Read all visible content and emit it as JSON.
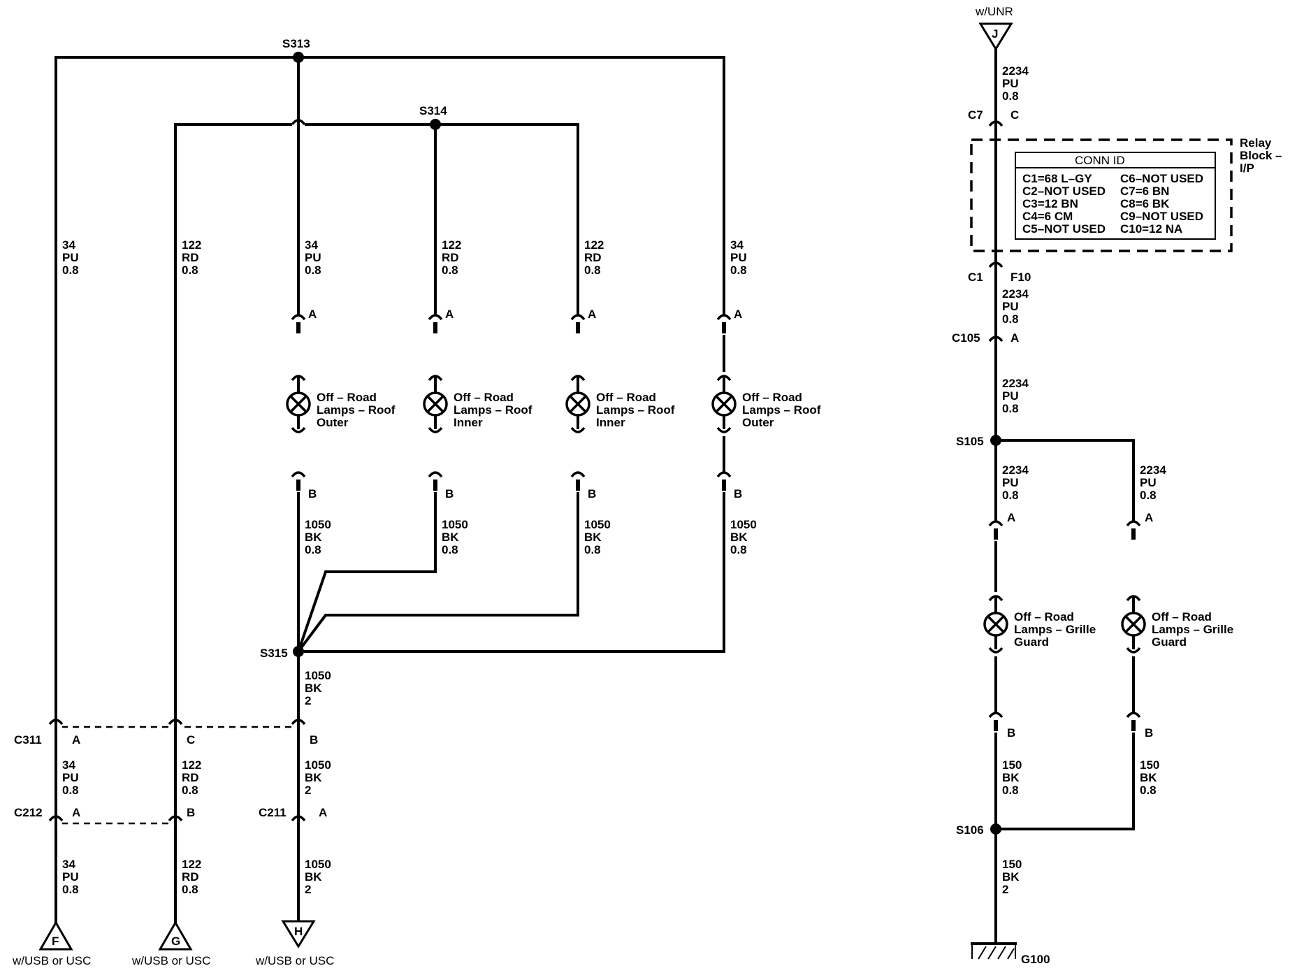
{
  "splices": {
    "s313": "S313",
    "s314": "S314",
    "s315": "S315",
    "s105": "S105",
    "s106": "S106"
  },
  "wires": {
    "w34pu": [
      "34",
      "PU",
      "0.8"
    ],
    "w122rd": [
      "122",
      "RD",
      "0.8"
    ],
    "w1050bk08": [
      "1050",
      "BK",
      "0.8"
    ],
    "w1050bk2": [
      "1050",
      "BK",
      "2"
    ],
    "w2234pu": [
      "2234",
      "PU",
      "0.8"
    ],
    "w150bk08": [
      "150",
      "BK",
      "0.8"
    ],
    "w150bk2": [
      "150",
      "BK",
      "2"
    ]
  },
  "pins": {
    "a": "A",
    "b": "B",
    "c": "C",
    "f10": "F10"
  },
  "connectors": {
    "c311": "C311",
    "c212": "C212",
    "c211": "C211",
    "c7": "C7",
    "c1": "C1",
    "c105": "C105"
  },
  "lamps": {
    "roof_outer": [
      "Off – Road",
      "Lamps – Roof",
      "Outer"
    ],
    "roof_inner": [
      "Off – Road",
      "Lamps – Roof",
      "Inner"
    ],
    "grille_guard": [
      "Off – Road",
      "Lamps – Grille",
      "Guard"
    ]
  },
  "offpage": {
    "f": {
      "letter": "F",
      "option": "w/USB or USC"
    },
    "g": {
      "letter": "G",
      "option": "w/USB or USC"
    },
    "h": {
      "letter": "H",
      "option": "w/USB or USC"
    },
    "j": {
      "letter": "J",
      "option": "w/UNR"
    }
  },
  "relay_block": {
    "label": [
      "Relay",
      "Block –",
      "I/P"
    ],
    "conn_id_title": "CONN ID",
    "conn_left": [
      "C1=68 L–GY",
      "C2–NOT USED",
      "C3=12 BN",
      "C4=6 CM",
      "C5–NOT USED"
    ],
    "conn_right": [
      "C6–NOT USED",
      "C7=6 BN",
      "C8=6 BK",
      "C9–NOT USED",
      "C10=12 NA"
    ]
  },
  "ground": "G100"
}
